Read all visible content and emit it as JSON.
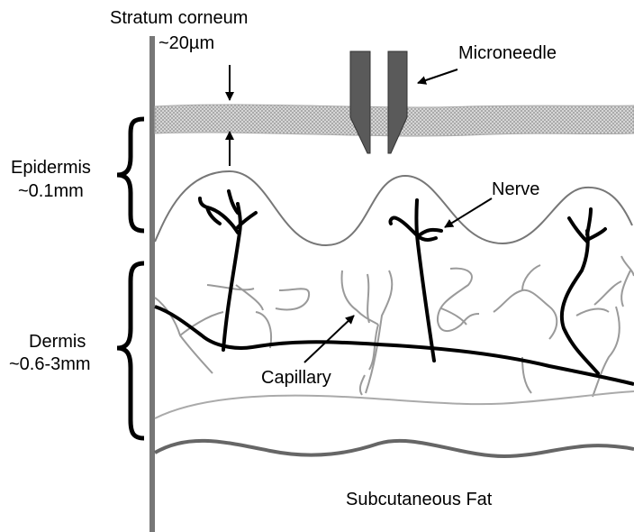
{
  "labels": {
    "stratum_corneum": "Stratum corneum",
    "stratum_corneum_thickness": "~20µm",
    "microneedle": "Microneedle",
    "epidermis": "Epidermis",
    "epidermis_thickness": "~0.1mm",
    "nerve": "Nerve",
    "dermis": "Dermis",
    "dermis_thickness": "~0.6-3mm",
    "capillary": "Capillary",
    "subcutaneous_fat": "Subcutaneous Fat"
  },
  "colors": {
    "background": "#ffffff",
    "outline": "#000000",
    "skin_edge": "#777777",
    "stratum_fill": "#b8b8b8",
    "needle_fill": "#5a5a5a",
    "capillary": "#9a9a9a",
    "fat_boundary": "#666666"
  }
}
